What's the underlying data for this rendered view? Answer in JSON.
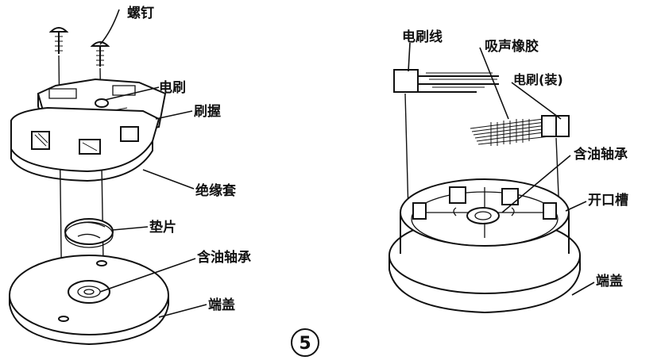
{
  "figure_number": "5",
  "left_assembly": {
    "labels": {
      "screw": "螺钉",
      "brush": "电刷",
      "brush_holder": "刷握",
      "insulating_sleeve": "绝缘套",
      "shim": "垫片",
      "oil_bearing": "含油轴承",
      "end_cover": "端盖"
    }
  },
  "right_assembly": {
    "labels": {
      "brush_wire": "电刷线",
      "damping_rubber": "吸声橡胶",
      "brush_assembly": "电刷(装)",
      "oil_bearing": "含油轴承",
      "slot": "开口槽",
      "end_cover": "端盖"
    }
  }
}
